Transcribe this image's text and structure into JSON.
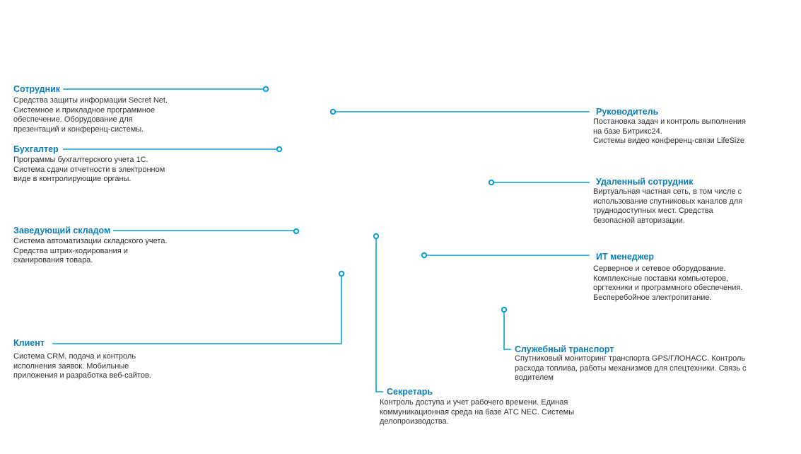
{
  "colors": {
    "accent": "#0a9fd8",
    "title": "#0d7db5",
    "text": "#2f2f2f"
  },
  "roles": [
    {
      "title": "Сотрудник",
      "lines": [
        "Средства защиты информации Secret Net.",
        "Системное и прикладное программное",
        "обеспечение. Оборудование для",
        "презентаций и конференц-системы."
      ]
    },
    {
      "title": "Бухгалтер",
      "lines": [
        "Программы бухгалтерского учета 1С.",
        "Система сдачи отчетности в электронном",
        "виде в контролирующие органы."
      ]
    },
    {
      "title": "Заведующий складом",
      "lines": [
        "Система автоматизации складского учета.",
        "Средства штрих-кодирования и",
        "сканирования товара."
      ]
    },
    {
      "title": "Клиент",
      "lines": [
        "Система CRM, подача и контроль",
        "исполнения заявок. Мобильные",
        "приложения и разработка веб-сайтов."
      ]
    },
    {
      "title": "Руководитель",
      "lines": [
        "Постановка задач и контроль выполнения",
        "на базе Битрикс24.",
        "Системы видео конференц-связи LifeSize"
      ]
    },
    {
      "title": "Удаленный сотрудник",
      "lines": [
        "Виртуальная частная сеть, в том числе с",
        "использование спутниковых каналов для",
        "труднодоступных мест. Средства",
        "безопасной авторизации."
      ]
    },
    {
      "title": "ИТ менеджер",
      "lines": [
        "Серверное и сетевое оборудование.",
        "Комплексные поставки компьютеров,",
        "оргтехники и программного обеспечения.",
        "Бесперебойное электропитание."
      ]
    },
    {
      "title": "Служебный транспорт",
      "lines": [
        "Спутниковый мониторинг транспорта GPS/ГЛОНАСС. Контроль",
        "расхода топлива, работы механизмов для спецтехники. Связь с",
        "водителем"
      ]
    },
    {
      "title": "Секретарь",
      "lines": [
        "Контроль доступа и учет рабочего времени. Единая",
        "коммуникационная среда на базе АТС NEC. Системы",
        "делопроизводства."
      ]
    }
  ]
}
